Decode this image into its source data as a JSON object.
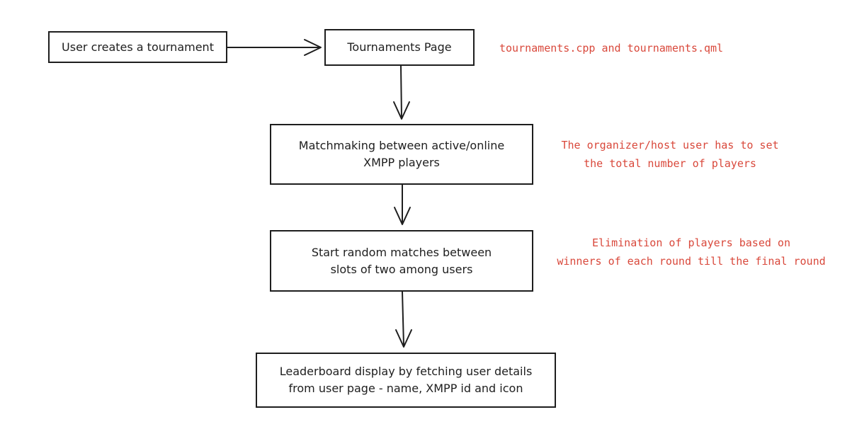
{
  "diagram": {
    "nodes": {
      "user_creates": {
        "text": "User creates a tournament"
      },
      "tournaments_page": {
        "text": "Tournaments Page"
      },
      "matchmaking": {
        "line1": "Matchmaking between active/online",
        "line2": "XMPP players"
      },
      "random_matches": {
        "line1": "Start random matches between",
        "line2": "slots of two among users"
      },
      "leaderboard": {
        "line1": "Leaderboard display by fetching user details",
        "line2": "from user page - name, XMPP id and icon"
      }
    },
    "notes": {
      "files": {
        "text": "tournaments.cpp and tournaments.qml"
      },
      "organizer": {
        "line1": "The organizer/host user has to set",
        "line2": "the total number of players"
      },
      "elimination": {
        "line1": "Elimination of players based on",
        "line2": "winners of each round till the final round"
      }
    },
    "colors": {
      "stroke": "#1e1e1e",
      "annotation": "#d9483b",
      "background": "#ffffff"
    }
  }
}
